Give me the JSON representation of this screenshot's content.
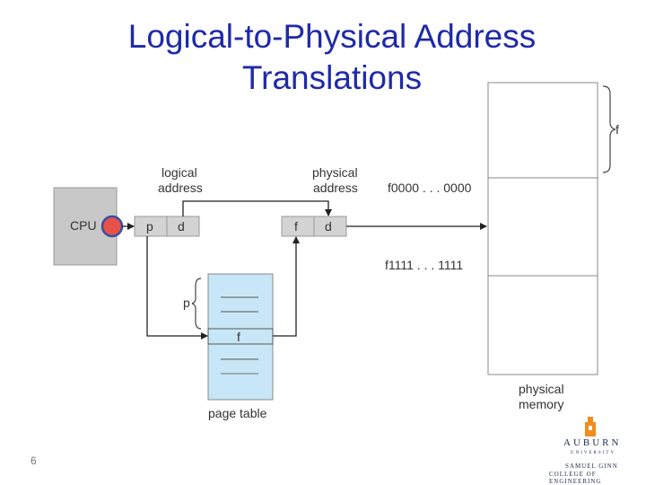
{
  "title": {
    "line1": "Logical-to-Physical Address",
    "line2": "Translations"
  },
  "diagram": {
    "cpu_label": "CPU",
    "logical_address_label": [
      "logical",
      "address"
    ],
    "physical_address_label": [
      "physical",
      "address"
    ],
    "logical_p": "p",
    "logical_d": "d",
    "physical_f": "f",
    "physical_d": "d",
    "frame_start_address": "f0000 . . . 0000",
    "frame_end_address": "f1111 . . . 1111",
    "page_table_index": "p",
    "page_table_entry": "f",
    "page_table_label": "page table",
    "frame_brace_label": "f",
    "physical_memory_label": [
      "physical",
      "memory"
    ]
  },
  "footer": {
    "slide_number": "6",
    "logo": {
      "name": "AUBURN",
      "subtitle": "UNIVERSITY",
      "college_line1": "SAMUEL GINN",
      "college_line2": "COLLEGE OF ENGINEERING"
    }
  },
  "colors": {
    "title": "#1f2aa8",
    "cpu_box": "#c8c8c8",
    "page_table_fill": "#c7e6f7",
    "cpu_dot": "#e8504a",
    "logo_accent": "#f28c1e"
  }
}
